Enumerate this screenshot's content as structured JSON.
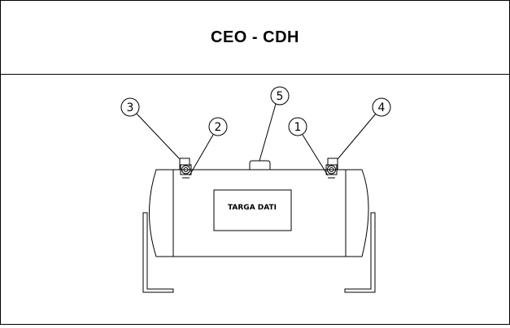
{
  "header": {
    "title": "CEO - CDH"
  },
  "diagram": {
    "plate_label": "TARGA DATI",
    "callouts": [
      "1",
      "2",
      "3",
      "4",
      "5"
    ]
  },
  "colors": {
    "line": "#000000",
    "background": "#ffffff"
  }
}
